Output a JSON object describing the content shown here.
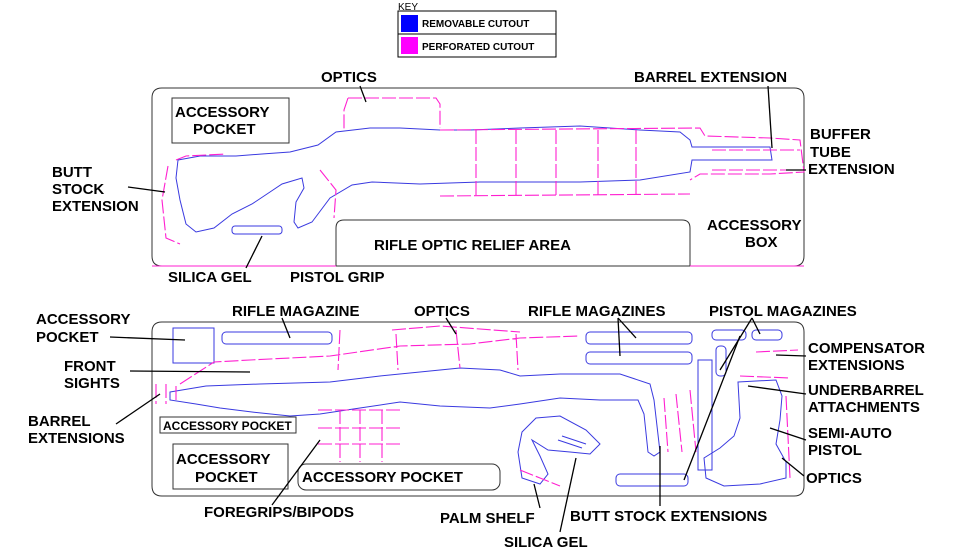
{
  "key": {
    "title": "KEY",
    "items": [
      {
        "label": "REMOVABLE CUTOUT",
        "color": "#0000ff"
      },
      {
        "label": "PERFORATED CUTOUT",
        "color": "#ff00ff"
      }
    ]
  },
  "top_case": {
    "labels": {
      "optics": "OPTICS",
      "barrel_extension": "BARREL EXTENSION",
      "buffer_1": "BUFFER",
      "buffer_2": "TUBE",
      "buffer_3": "EXTENSION",
      "accessory_pocket_1": "ACCESSORY",
      "accessory_pocket_2": "POCKET",
      "butt_1": "BUTT",
      "butt_2": "STOCK",
      "butt_3": "EXTENSION",
      "accessory_box_1": "ACCESSORY",
      "accessory_box_2": "BOX",
      "optic_relief": "RIFLE OPTIC RELIEF AREA",
      "silica_gel": "SILICA GEL",
      "pistol_grip": "PISTOL GRIP"
    }
  },
  "bottom_case": {
    "labels": {
      "accessory_pocket_left_1": "ACCESSORY",
      "accessory_pocket_left_2": "POCKET",
      "rifle_magazine": "RIFLE MAGAZINE",
      "optics_top": "OPTICS",
      "rifle_magazines": "RIFLE MAGAZINES",
      "pistol_magazines": "PISTOL MAGAZINES",
      "front_sights_1": "FRONT",
      "front_sights_2": "SIGHTS",
      "compensator_1": "COMPENSATOR",
      "compensator_2": "EXTENSIONS",
      "barrel_ext_1": "BARREL",
      "barrel_ext_2": "EXTENSIONS",
      "accessory_pocket_small": "ACCESSORY POCKET",
      "underbarrel_1": "UNDERBARREL",
      "underbarrel_2": "ATTACHMENTS",
      "semi_auto_1": "SEMI-AUTO",
      "semi_auto_2": "PISTOL",
      "accessory_pocket_box_1": "ACCESSORY",
      "accessory_pocket_box_2": "POCKET",
      "accessory_pocket_wide": "ACCESSORY POCKET",
      "optics_right": "OPTICS",
      "foregrips": "FOREGRIPS/BIPODS",
      "palm_shelf": "PALM SHELF",
      "butt_stock_ext": "BUTT STOCK EXTENSIONS",
      "silica_gel": "SILICA GEL"
    }
  }
}
